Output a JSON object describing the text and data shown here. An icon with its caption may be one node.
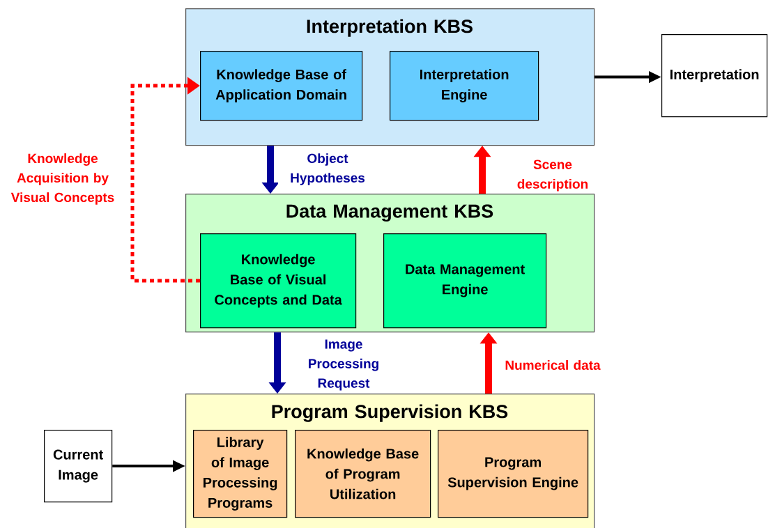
{
  "diagram": {
    "nodes": [
      {
        "text": [
          "Interpretation KBS"
        ]
      },
      {
        "text": [
          "Knowledge Base of Application Domain"
        ],
        "in": 0
      },
      {
        "text": [
          "Interpretation Engine"
        ],
        "in": 0
      },
      {
        "text": [
          "Interpretation"
        ]
      },
      {
        "text": [
          "Data Management KBS"
        ]
      },
      {
        "text": [
          "Knowledge Base of Visual Concepts and Data"
        ],
        "in": 4
      },
      {
        "text": [
          "Data Management Engine"
        ],
        "in": 4
      },
      {
        "text": [
          "Program Supervision KBS"
        ]
      },
      {
        "text": [
          "Library of Image Processing Programs"
        ],
        "in": 7
      },
      {
        "text": [
          "Knowledge Base of Program Utilization"
        ],
        "in": 7
      },
      {
        "text": [
          "Program Supervision Engine"
        ],
        "in": 7
      },
      {
        "text": [
          "Current Image"
        ]
      }
    ],
    "edges": [
      {
        "from": 0,
        "to": 3,
        "arrow": "to",
        "color": "#000000"
      },
      {
        "from": 4,
        "to": 0,
        "arrow": "to",
        "label": "Scene description",
        "color": "#ff0000"
      },
      {
        "from": 0,
        "to": 4,
        "arrow": "to",
        "label": "Object Hypotheses",
        "color": "#000099"
      },
      {
        "from": 4,
        "to": 7,
        "arrow": "to",
        "label": "Image Processing Request",
        "color": "#000099"
      },
      {
        "from": 7,
        "to": 4,
        "arrow": "to",
        "label": "Numerical data",
        "color": "#ff0000"
      },
      {
        "from": 11,
        "to": 7,
        "arrow": "to",
        "color": "#000000"
      },
      {
        "from": 5,
        "to": 1,
        "arrow": "to",
        "label": "Knowledge Acquisition by Visual Concepts",
        "style": "dashed",
        "color": "#ff0000"
      }
    ]
  }
}
